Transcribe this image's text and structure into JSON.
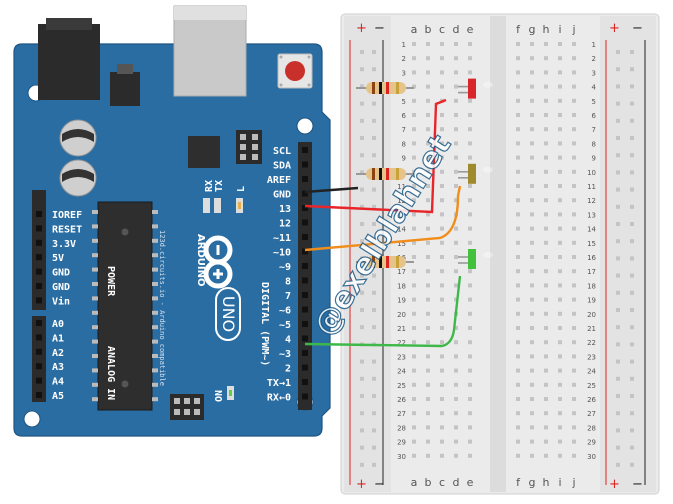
{
  "board": {
    "brand": "ARDUINO",
    "model": "UNO",
    "vendor_site": "123d.circuits.io - Arduino compatible",
    "power_header_label": "POWER",
    "analog_header_label": "ANALOG IN",
    "digital_header_label": "DIGITAL (PWM~)",
    "on_label": "ON",
    "tx_label": "TX",
    "rx_label": "RX",
    "led_l_label": "L",
    "power_pins": [
      "IOREF",
      "RESET",
      "3.3V",
      "5V",
      "GND",
      "GND",
      "Vin"
    ],
    "analog_pins": [
      "A0",
      "A1",
      "A2",
      "A3",
      "A4",
      "A5"
    ],
    "digital_pins": [
      "SCL",
      "SDA",
      "AREF",
      "GND",
      "13",
      "12",
      "~11",
      "~10",
      "~9",
      "8",
      "7",
      "~6",
      "~5",
      "4",
      "~3",
      "2",
      "TX→1",
      "RX←0"
    ]
  },
  "breadboard": {
    "rail_plus": "+",
    "rail_minus": "−",
    "columns_left": [
      "a",
      "b",
      "c",
      "d",
      "e"
    ],
    "columns_right": [
      "f",
      "g",
      "h",
      "i",
      "j"
    ],
    "row_count": 30
  },
  "components": {
    "leds": [
      {
        "color_name": "red",
        "color": "#d9262b",
        "row": 4
      },
      {
        "color_name": "yellow",
        "color": "#a08a2e",
        "row": 10
      },
      {
        "color_name": "green",
        "color": "#44c13c",
        "row": 16
      }
    ],
    "wires": [
      {
        "from": "GND",
        "color": "#222222"
      },
      {
        "from": "13",
        "color": "#e8262a"
      },
      {
        "from": "~10",
        "color": "#f08d1c"
      },
      {
        "from": "4",
        "color": "#3fb84a"
      }
    ]
  },
  "watermark": "@exelblahnet"
}
